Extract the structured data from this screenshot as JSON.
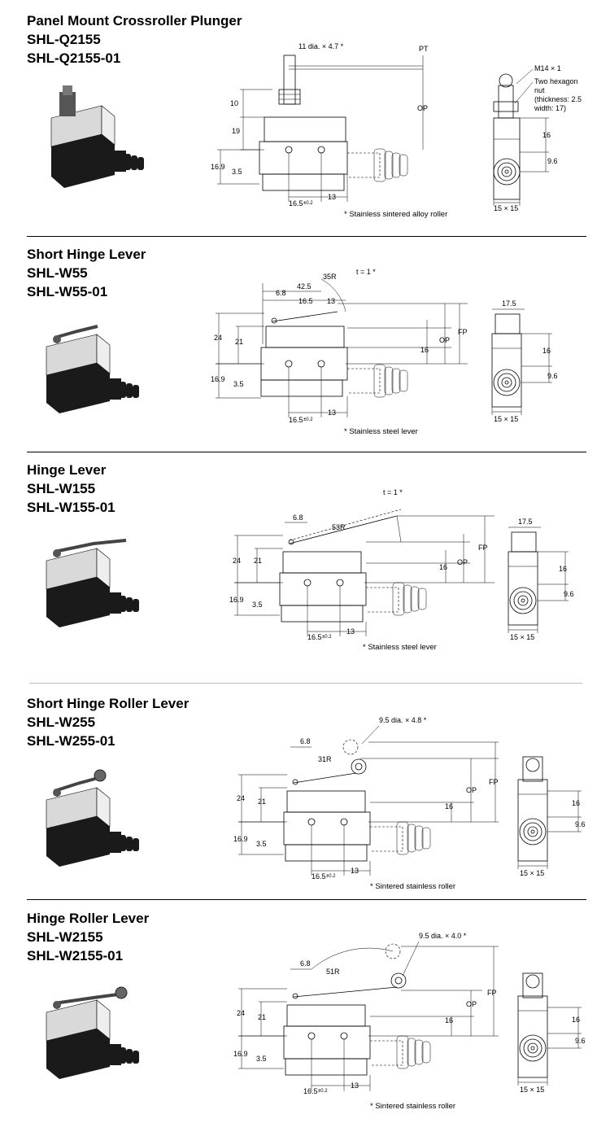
{
  "sections": [
    {
      "title": "Panel Mount Crossroller Plunger",
      "models": [
        "SHL-Q2155",
        "SHL-Q2155-01"
      ],
      "dims": {
        "a": "11 dia. × 4.7 *",
        "pt": "PT",
        "op": "OP",
        "d10": "10",
        "d19": "19",
        "d169": "16.9",
        "d35": "3.5",
        "d165": "16.5",
        "tol": "±0.2",
        "d13": "13",
        "m14": "M14 × 1",
        "nut1": "Two hexagon",
        "nut2": "nut",
        "nut3": "(thickness: 2.5",
        "nut4": "width: 17)",
        "d16": "16",
        "d96": "9.6",
        "d15": "15 × 15"
      },
      "note": "* Stainless sintered alloy roller"
    },
    {
      "title": "Short Hinge Lever",
      "models": [
        "SHL-W55",
        "SHL-W55-01"
      ],
      "dims": {
        "r": "35R",
        "t": "t = 1 *",
        "d425": "42.5",
        "d68": "6.8",
        "d165a": "16.5",
        "d13a": "13",
        "d24": "24",
        "d21": "21",
        "d16": "16",
        "op": "OP",
        "fp": "FP",
        "d169": "16.9",
        "d35": "3.5",
        "d165": "16.5",
        "tol": "±0.2",
        "d13": "13",
        "d175": "17.5",
        "d16s": "16",
        "d96": "9.6",
        "d15": "15 × 15"
      },
      "note": "* Stainless steel lever"
    },
    {
      "title": "Hinge Lever",
      "models": [
        "SHL-W155",
        "SHL-W155-01"
      ],
      "dims": {
        "t": "t = 1 *",
        "d68": "6.8",
        "r": "53R",
        "fp": "FP",
        "d24": "24",
        "d21": "21",
        "d16": "16",
        "op": "OP",
        "d169": "16.9",
        "d35": "3.5",
        "d165": "16.5",
        "tol": "±0.2",
        "d13": "13",
        "d175": "17.5",
        "d16s": "16",
        "d96": "9.6",
        "d15": "15 × 15"
      },
      "note": "* Stainless steel lever"
    },
    {
      "title": "Short Hinge Roller Lever",
      "models": [
        "SHL-W255",
        "SHL-W255-01"
      ],
      "dims": {
        "roller": "9.5 dia. × 4.8 *",
        "d68": "6.8",
        "r": "31R",
        "d24": "24",
        "d21": "21",
        "d16": "16",
        "op": "OP",
        "fp": "FP",
        "d169": "16.9",
        "d35": "3.5",
        "d165": "16.5",
        "tol": "±0.2",
        "d13": "13",
        "d16s": "16",
        "d96": "9.6",
        "d15": "15 × 15"
      },
      "note": "* Sintered stainless roller"
    },
    {
      "title": "Hinge Roller Lever",
      "models": [
        "SHL-W2155",
        "SHL-W2155-01"
      ],
      "dims": {
        "roller": "9.5 dia. × 4.0 *",
        "d68": "6.8",
        "r": "51R",
        "fp": "FP",
        "d24": "24",
        "d21": "21",
        "d16": "16",
        "op": "OP",
        "d169": "16.9",
        "d35": "3.5",
        "d165": "16.5",
        "tol": "±0.2",
        "d13": "13",
        "d16s": "16",
        "d96": "9.6",
        "d15": "15 × 15"
      },
      "note": "* Sintered stainless roller"
    }
  ]
}
